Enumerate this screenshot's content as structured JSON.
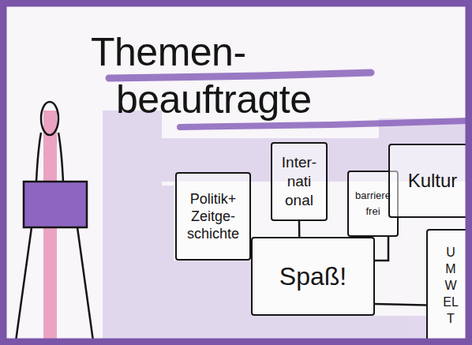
{
  "diagram": {
    "title": "Themen- beauftragte",
    "nodes": [
      {
        "text": [
          "Politik+ Zeitge- schichte"
        ]
      },
      {
        "text": [
          "Inter- nati onal"
        ]
      },
      {
        "text": [
          "barriere frei"
        ]
      },
      {
        "text": [
          "Kultur"
        ]
      },
      {
        "text": [
          "Spaß!"
        ]
      },
      {
        "text": [
          "UMWELT"
        ]
      }
    ],
    "edges": [
      {
        "from": 1,
        "to": 4,
        "arrow": "none"
      },
      {
        "from": 4,
        "to": 2,
        "arrow": "none"
      },
      {
        "from": 4,
        "to": 5,
        "arrow": "none"
      }
    ]
  }
}
